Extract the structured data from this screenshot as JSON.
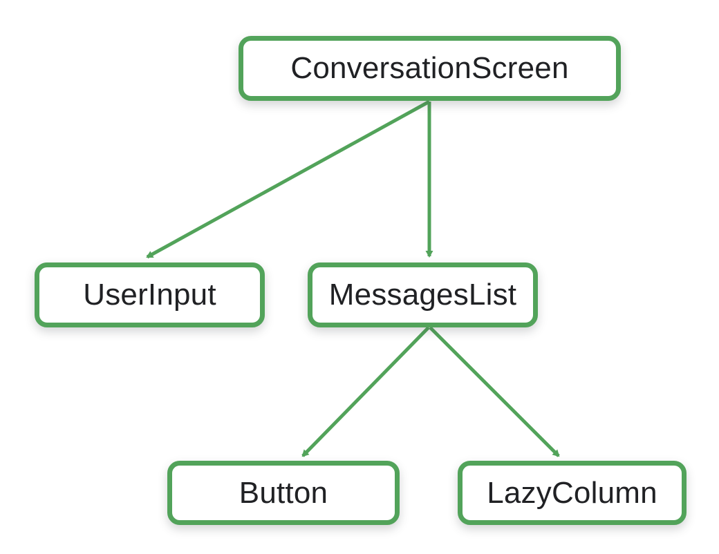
{
  "diagram": {
    "type": "tree",
    "colors": {
      "accent": "#52A35A",
      "text": "#202124",
      "background": "#FFFFFF"
    },
    "nodes": [
      {
        "id": "conversation-screen",
        "label": "ConversationScreen",
        "level": 0
      },
      {
        "id": "user-input",
        "label": "UserInput",
        "level": 1
      },
      {
        "id": "messages-list",
        "label": "MessagesList",
        "level": 1
      },
      {
        "id": "button",
        "label": "Button",
        "level": 2
      },
      {
        "id": "lazy-column",
        "label": "LazyColumn",
        "level": 2
      }
    ],
    "edges": [
      {
        "from": "ConversationScreen",
        "to": "UserInput"
      },
      {
        "from": "ConversationScreen",
        "to": "MessagesList"
      },
      {
        "from": "MessagesList",
        "to": "Button"
      },
      {
        "from": "MessagesList",
        "to": "LazyColumn"
      }
    ]
  }
}
